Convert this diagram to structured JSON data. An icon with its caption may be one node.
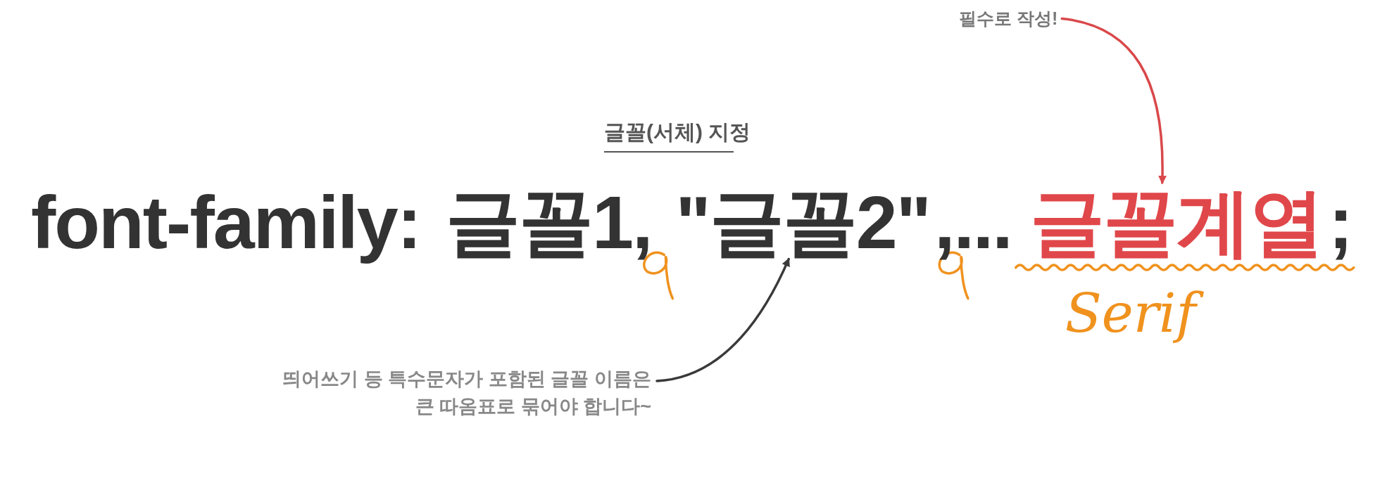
{
  "diagram": {
    "nodes": [
      {
        "text": [
          "필수로 작성!"
        ]
      },
      {
        "text": [
          "\"글꼴2\""
        ]
      },
      {
        "text": [
          "글꼴계열"
        ]
      },
      {
        "text": [
          "띄어쓰기 등 특수문자가 포함된 글꼴 이름은 큰 따옴표로 묶어야 합니다~"
        ]
      }
    ],
    "edges": [
      {
        "from": 0,
        "to": 2,
        "arrow": "to",
        "color": "#d9484a"
      },
      {
        "from": 3,
        "to": 1,
        "arrow": "to",
        "color": "#3a3a3a"
      }
    ],
    "labels": [
      "글꼴(서체) 지정",
      "font-family:",
      "글꼴1,",
      ",...",
      ";",
      "Serif"
    ]
  }
}
